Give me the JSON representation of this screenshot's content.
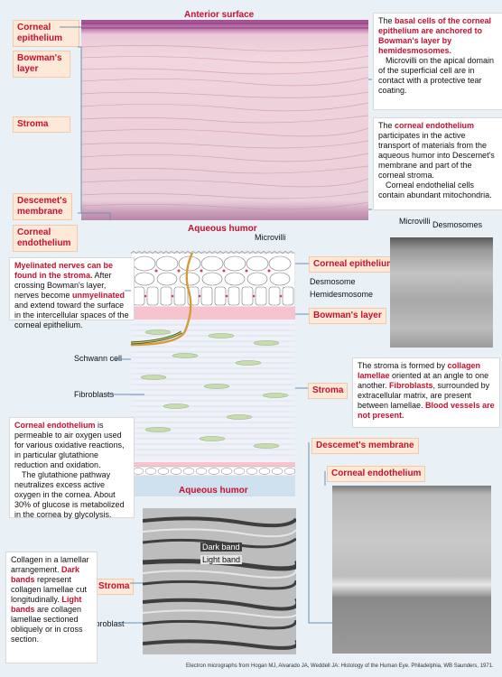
{
  "top_title": "Anterior surface",
  "bottom_title_top": "Aqueous humor",
  "bottom_title_diagram": "Aqueous humor",
  "labels": {
    "corneal_epithelium": "Corneal epithelium",
    "bowmans_layer": "Bowman's layer",
    "stroma": "Stroma",
    "descemets_membrane": "Descemet's membrane",
    "corneal_endothelium": "Corneal endothelium",
    "d_corneal_epithelium": "Corneal epithelium",
    "d_bowmans_layer": "Bowman's layer",
    "d_stroma": "Stroma",
    "d_descemets": "Descemet's membrane",
    "d_endothelium": "Corneal endothelium",
    "em_stroma": "Stroma"
  },
  "small": {
    "microvilli": "Microvilli",
    "desmosome": "Desmosome",
    "hemidesmosome": "Hemidesmosome",
    "schwann_cell": "Schwann cell",
    "fibroblasts": "Fibroblasts",
    "em_microvilli": "Microvilli",
    "em_desmosomes": "Desmosomes",
    "dark_band": "Dark band",
    "light_band": "Light band",
    "fibroblast": "Fibroblast"
  },
  "notes": {
    "basal_1": "The ",
    "basal_2": "basal cells of the corneal epithelium are anchored to Bowman's layer by hemidesmosomes.",
    "basal_3": "Microvilli on the apical domain of the superficial cell are in contact with a protective tear coating.",
    "endo_1": "The ",
    "endo_2": "corneal endothelium",
    "endo_3": " participates in the active transport of materials from the aqueous humor into Descemet's membrane and part of the corneal stroma.",
    "endo_4": "Corneal endothelial cells contain abundant mitochondria.",
    "myelin_1": "Myelinated nerves can be found in the stroma.",
    "myelin_2": " After crossing Bowman's layer, nerves become ",
    "myelin_3": "unmyelinated",
    "myelin_4": " and extend toward the surface in the intercellular spaces of the corneal epithelium.",
    "stroma_1": "The stroma is formed by ",
    "stroma_2": "collagen lamellae",
    "stroma_3": " oriented at an angle to one another. ",
    "stroma_4": "Fibroblasts",
    "stroma_5": ", surrounded by extracellular matrix, are present between lamellae. ",
    "stroma_6": "Blood vessels are not present.",
    "perm_1": "Corneal endothelium",
    "perm_2": " is permeable to air oxygen used for various oxidative reactions, in particular glutathione reduction and oxidation.",
    "perm_3": "The glutathione pathway neutralizes excess active oxygen in the cornea. About 30% of glucose is metabolized in the cornea by glycolysis.",
    "coll_1": "Collagen in a lamellar arrangement. ",
    "coll_2": "Dark bands",
    "coll_3": " represent collagen lamellae cut longitudinally. ",
    "coll_4": "Light bands",
    "coll_5": " are collagen lamellae sectioned obliquely or in cross section."
  },
  "credit": "Electron micrographs from Hogan MJ, Alvarado JA, Weddell JA: Histology of the Human Eye. Philadelphia, WB Saunders, 1971.",
  "colors": {
    "accent": "#c8102e",
    "label_bg": "#fde9d7",
    "histo_pink": "#e8c4d0",
    "epithelium": "#a85a9a"
  }
}
